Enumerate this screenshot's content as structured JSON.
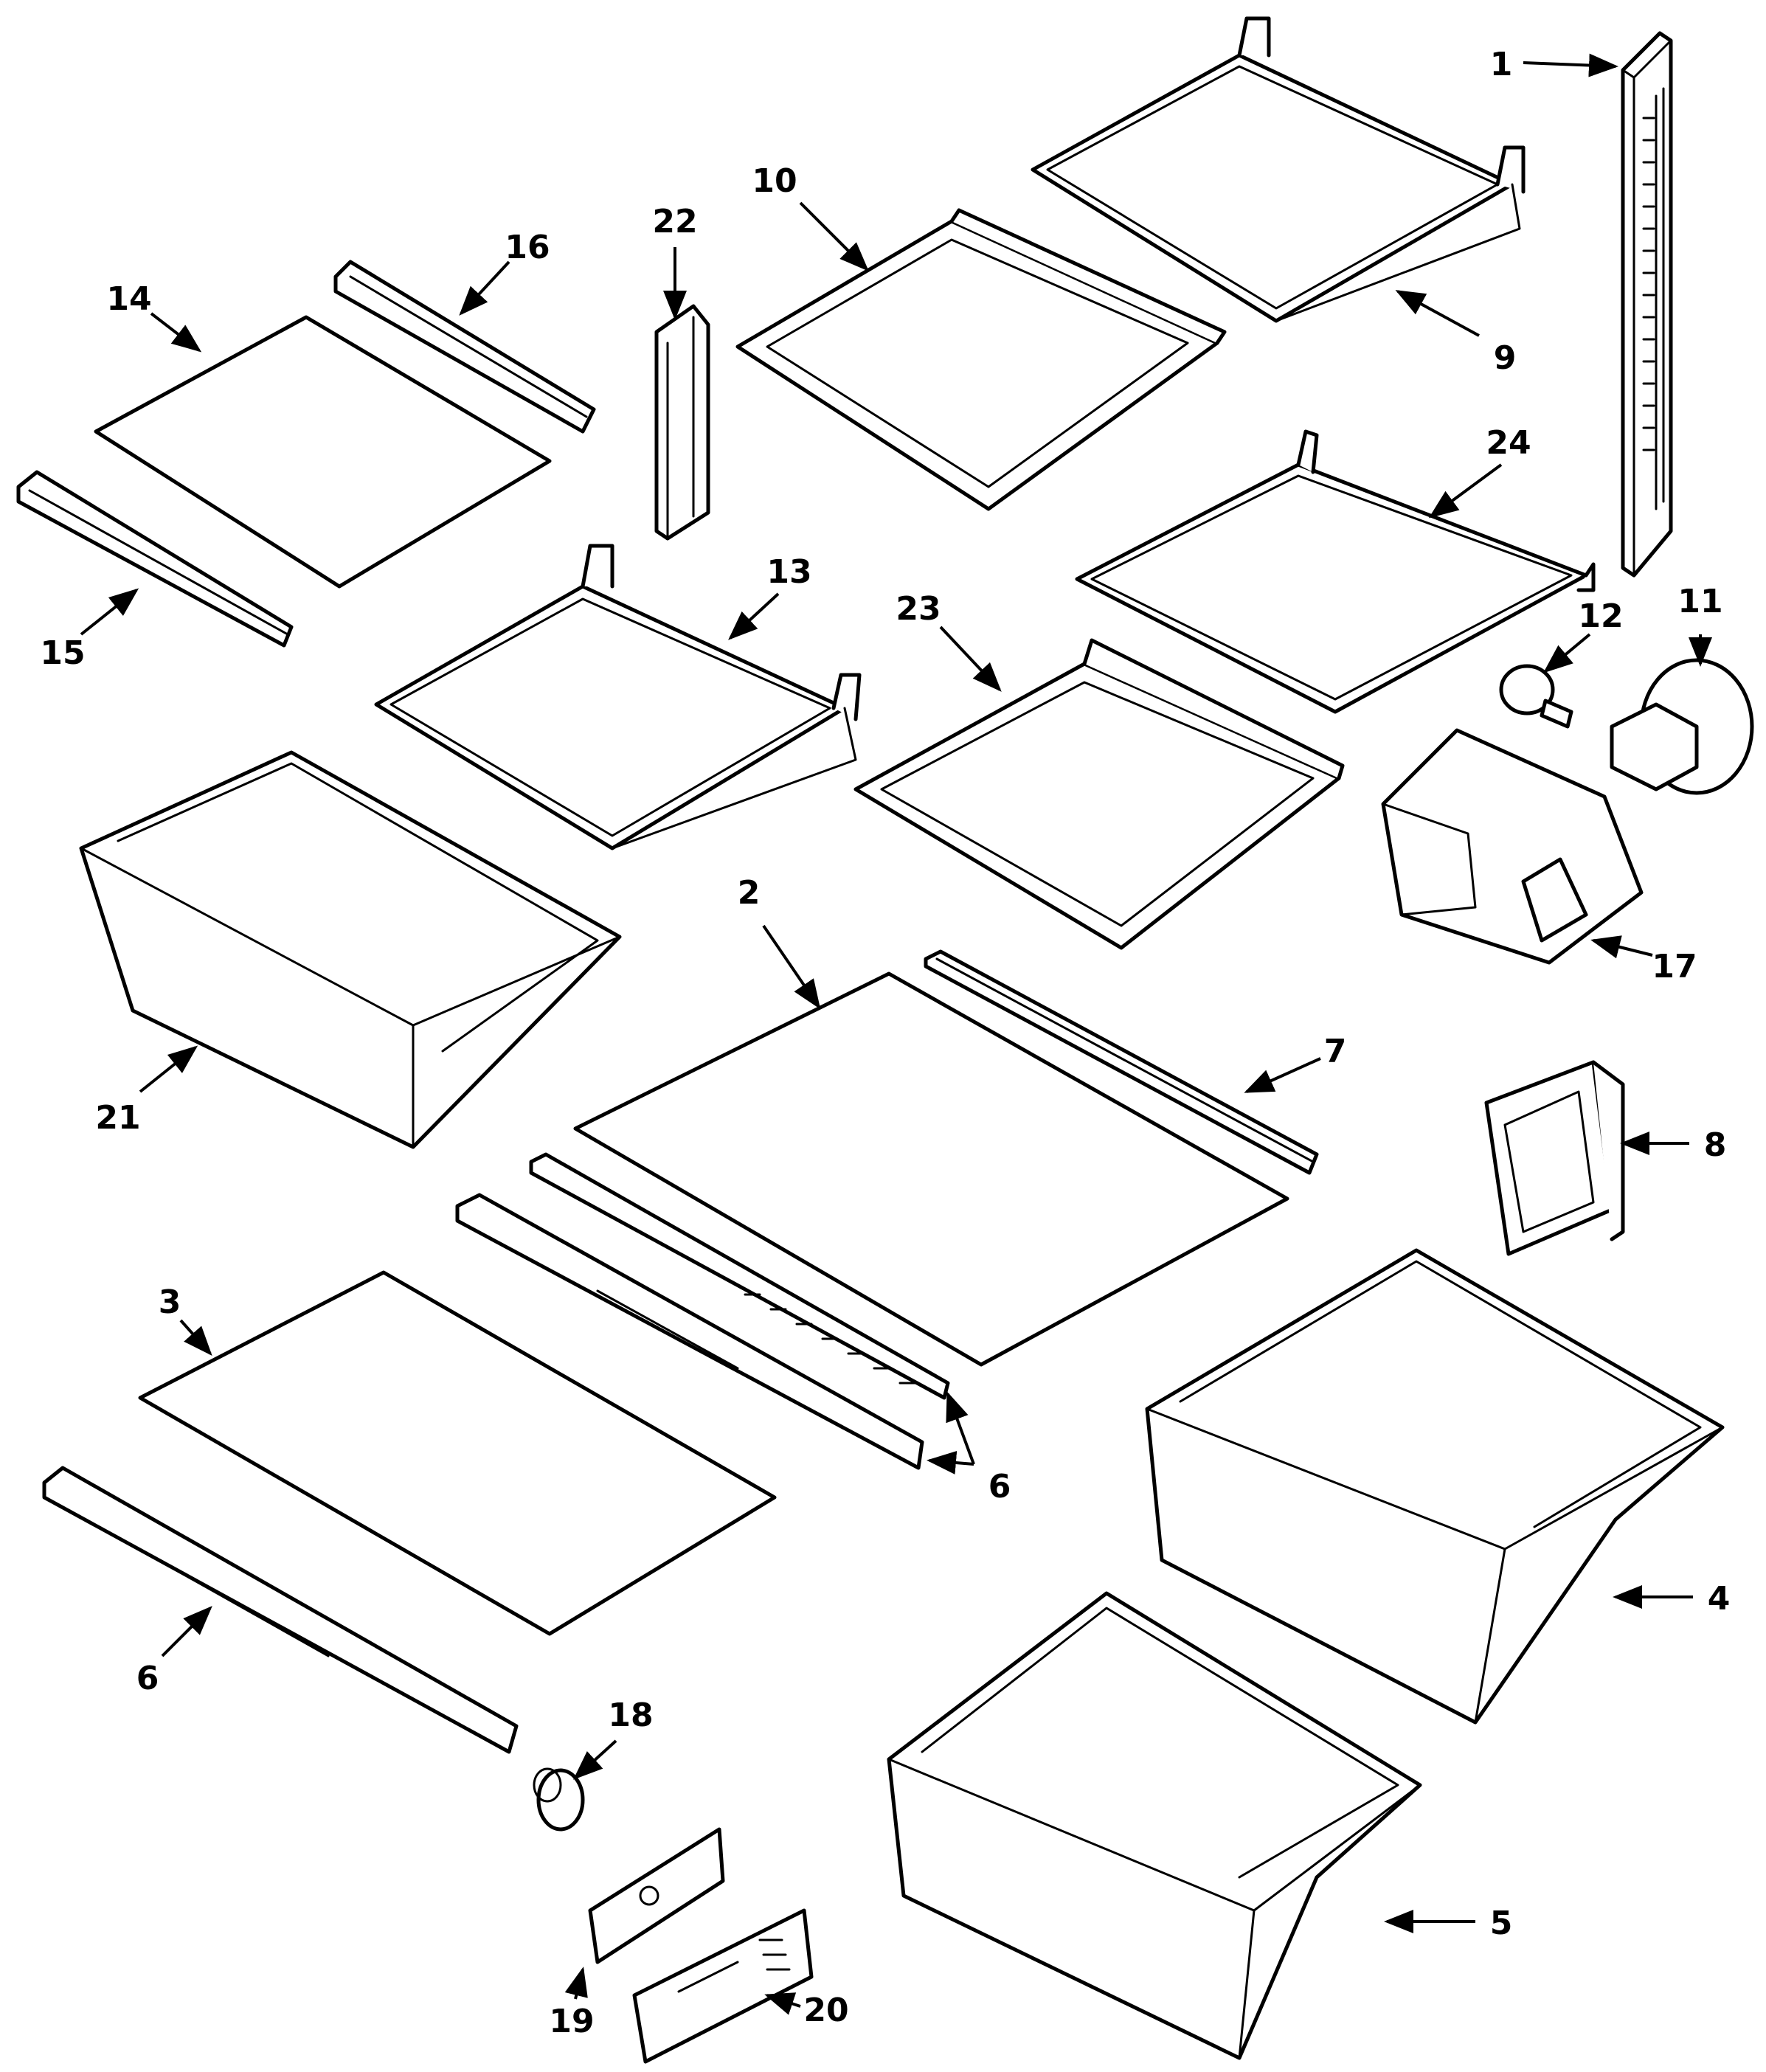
{
  "callouts": [
    {
      "id": "c1",
      "label": "1"
    },
    {
      "id": "c2",
      "label": "2"
    },
    {
      "id": "c3",
      "label": "3"
    },
    {
      "id": "c4",
      "label": "4"
    },
    {
      "id": "c5",
      "label": "5"
    },
    {
      "id": "c6a",
      "label": "6"
    },
    {
      "id": "c6b",
      "label": "6"
    },
    {
      "id": "c7",
      "label": "7"
    },
    {
      "id": "c8",
      "label": "8"
    },
    {
      "id": "c9",
      "label": "9"
    },
    {
      "id": "c10",
      "label": "10"
    },
    {
      "id": "c11",
      "label": "11"
    },
    {
      "id": "c12",
      "label": "12"
    },
    {
      "id": "c13",
      "label": "13"
    },
    {
      "id": "c14",
      "label": "14"
    },
    {
      "id": "c15",
      "label": "15"
    },
    {
      "id": "c16",
      "label": "16"
    },
    {
      "id": "c17",
      "label": "17"
    },
    {
      "id": "c18",
      "label": "18"
    },
    {
      "id": "c19",
      "label": "19"
    },
    {
      "id": "c20",
      "label": "20"
    },
    {
      "id": "c21",
      "label": "21"
    },
    {
      "id": "c22",
      "label": "22"
    },
    {
      "id": "c23",
      "label": "23"
    },
    {
      "id": "c24",
      "label": "24"
    }
  ]
}
